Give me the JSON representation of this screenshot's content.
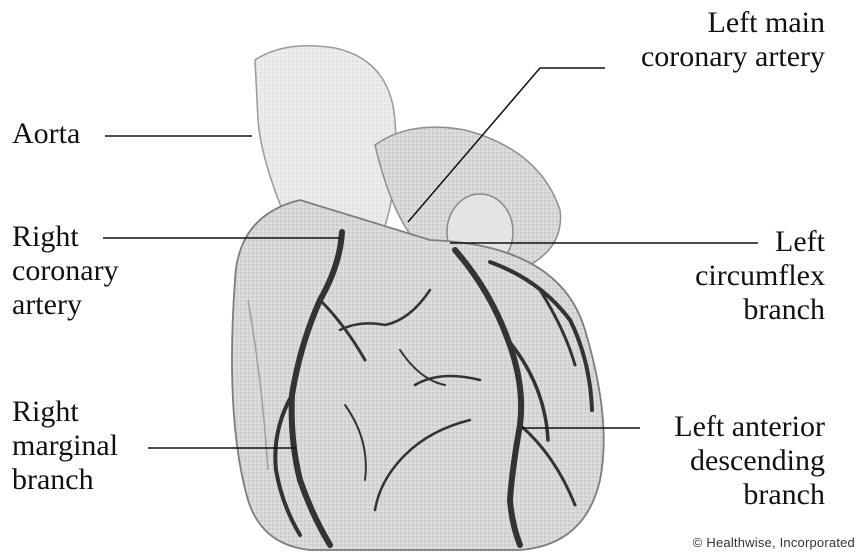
{
  "diagram": {
    "labels": {
      "left_main": [
        "Left main",
        "coronary artery"
      ],
      "aorta": [
        "Aorta"
      ],
      "right_coronary": [
        "Right",
        "coronary",
        "artery"
      ],
      "left_circumflex": [
        "Left",
        "circumflex",
        "branch"
      ],
      "right_marginal": [
        "Right",
        "marginal",
        "branch"
      ],
      "left_anterior": [
        "Left anterior",
        "descending",
        "branch"
      ]
    },
    "credit": "© Healthwise, Incorporated"
  },
  "colors": {
    "text": "#111111",
    "leader_line": "#111111",
    "heart_fill": "#dcdcdc",
    "aorta_fill": "#ececec",
    "artery": "#333333"
  }
}
